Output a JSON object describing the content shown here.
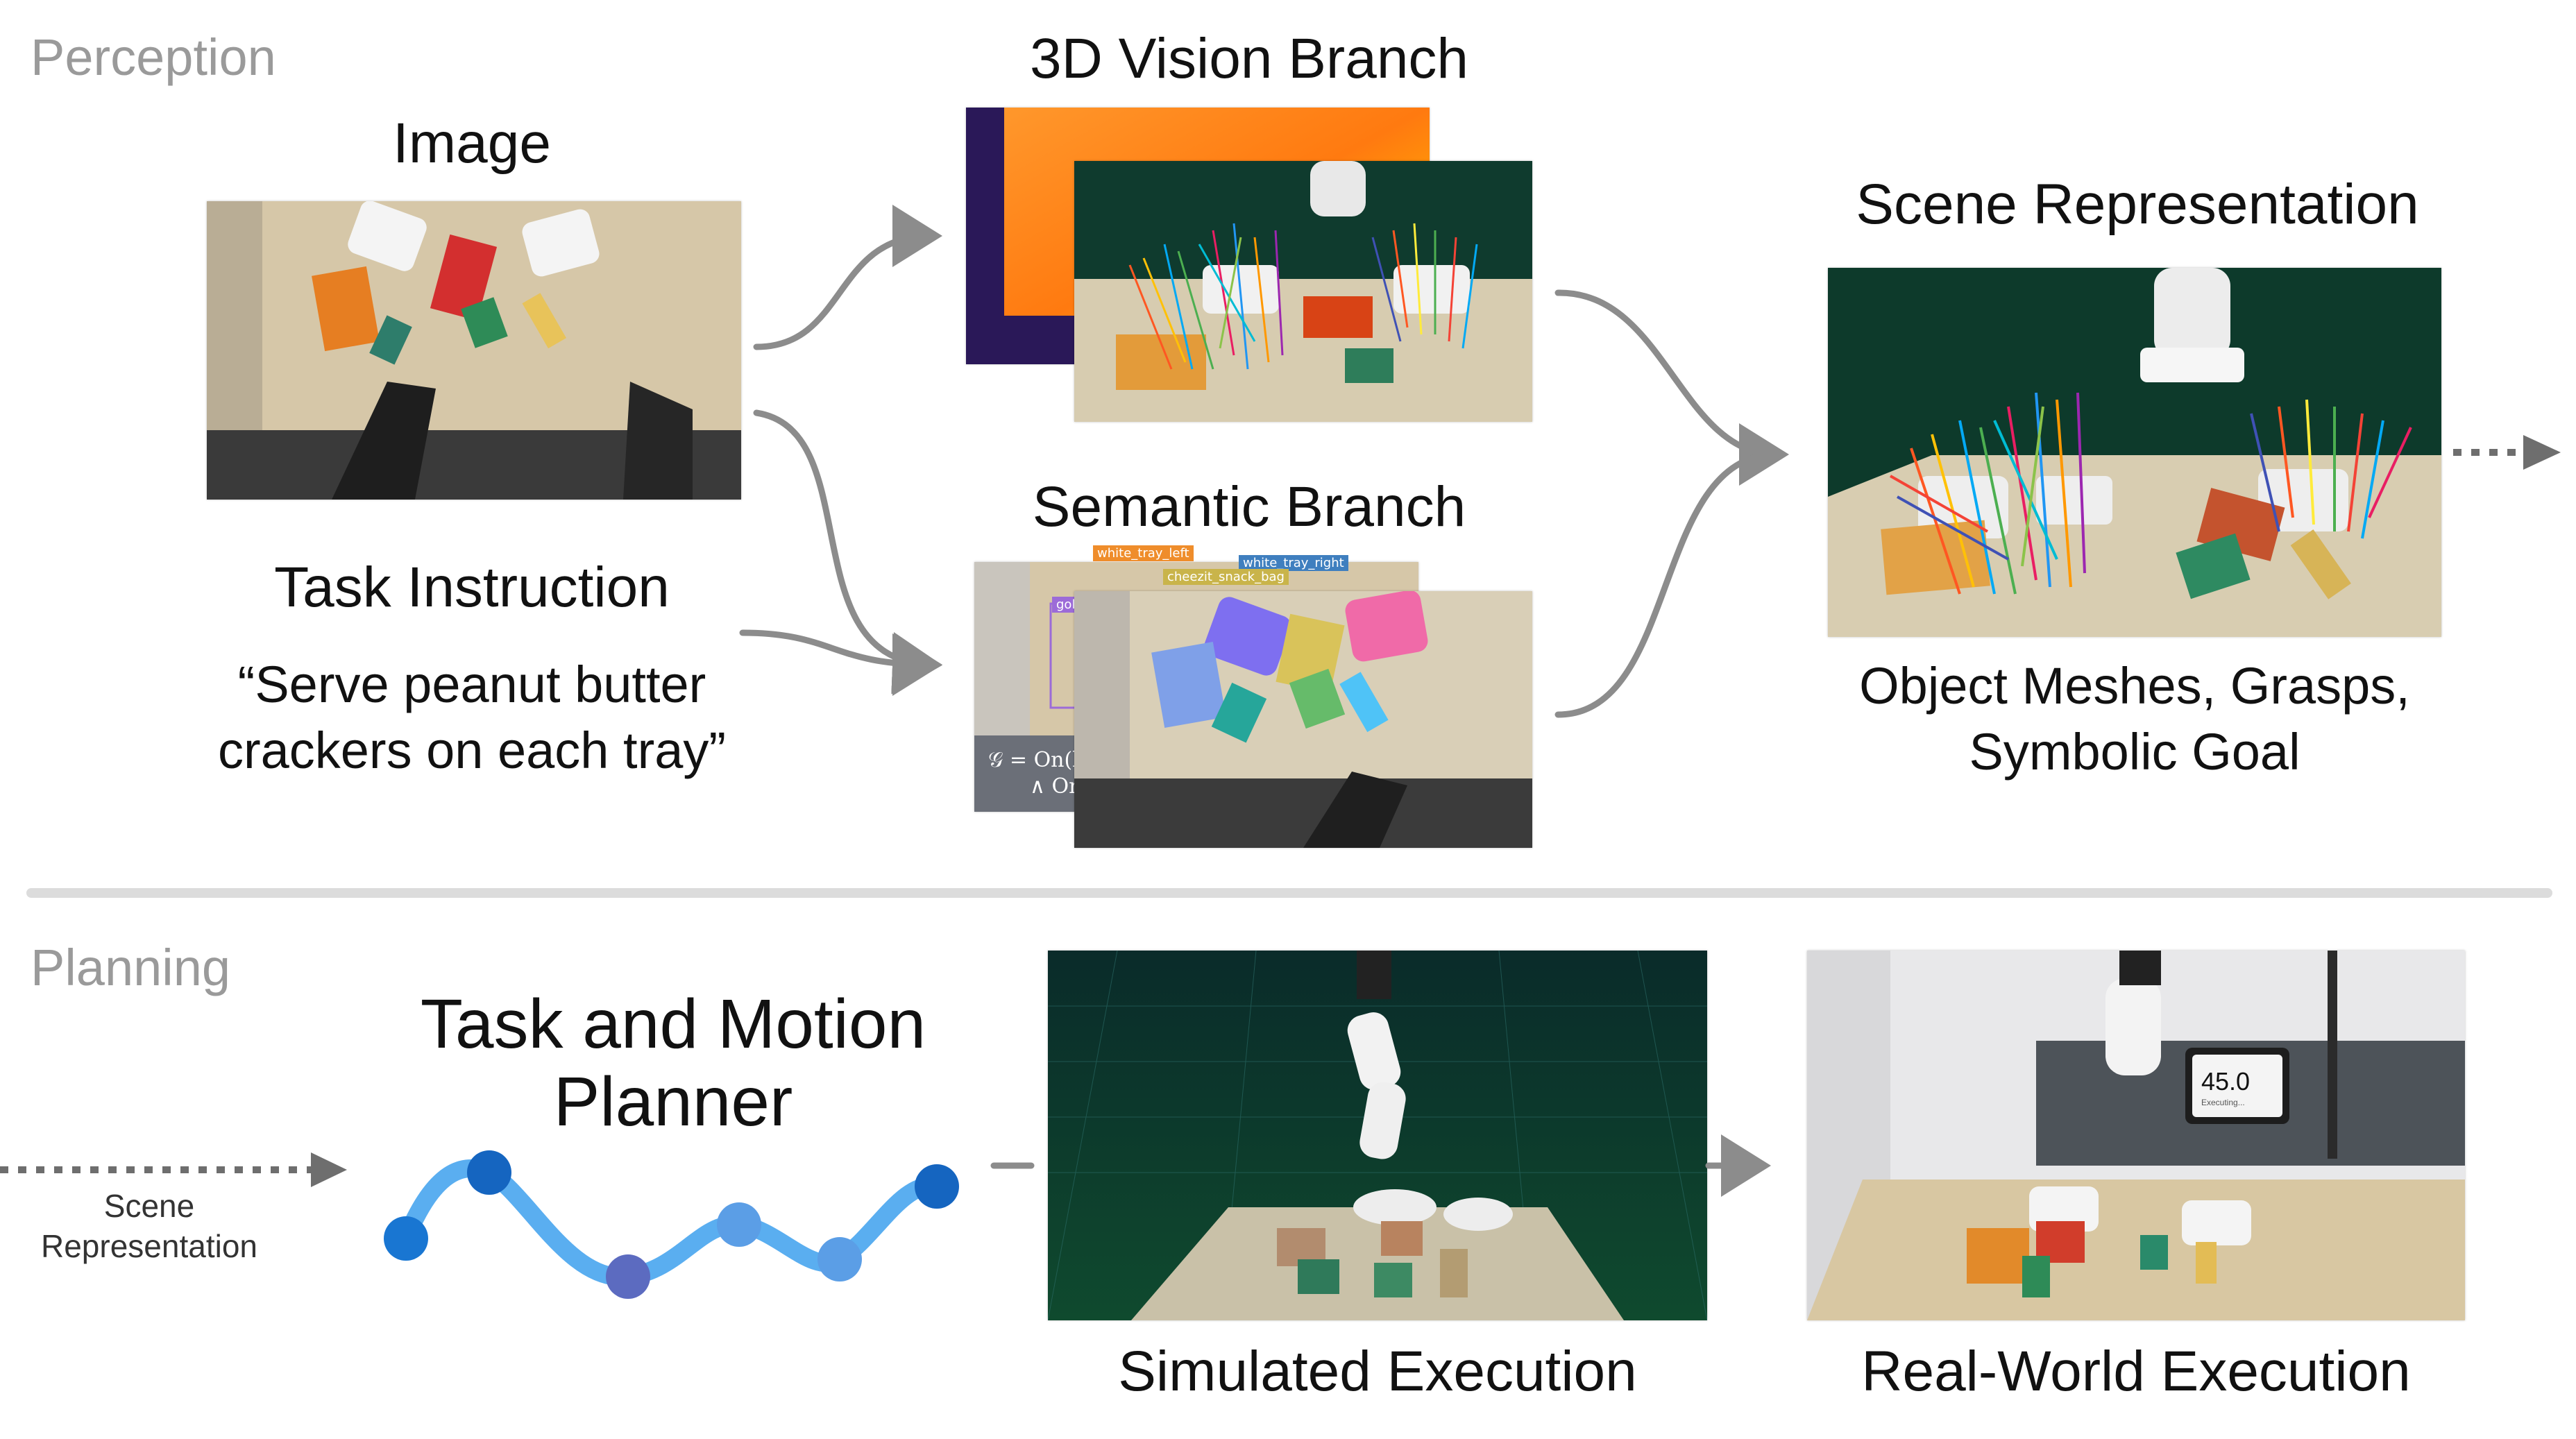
{
  "sections": {
    "perception": "Perception",
    "planning": "Planning"
  },
  "image_block": {
    "title": "Image"
  },
  "task_block": {
    "title": "Task Instruction",
    "instruction_line1": "“Serve peanut butter",
    "instruction_line2": "crackers on each tray”"
  },
  "vision_branch": {
    "title": "3D Vision Branch"
  },
  "semantic_branch": {
    "title": "Semantic Branch",
    "labels": [
      "white_tray_left",
      "white_tray_right",
      "cheezit_snack_bag",
      "gold"
    ],
    "goal_symbol": "𝒢 = On(lan",
    "goal_line2": "∧ On("
  },
  "scene_rep": {
    "title": "Scene Representation",
    "caption_line1": "Object Meshes, Grasps,",
    "caption_line2": "Symbolic Goal"
  },
  "planner": {
    "title_line1": "Task and Motion",
    "title_line2": "Planner",
    "input_line1": "Scene",
    "input_line2": "Representation"
  },
  "sim_exec": {
    "title": "Simulated Execution"
  },
  "real_exec": {
    "title": "Real-World Execution",
    "screen_value": "45.0",
    "screen_status": "Executing..."
  },
  "colors": {
    "arrow": "#8c8c8c",
    "planner_dark": "#1565c0",
    "planner_mid": "#42a5f5",
    "planner_node_grey": "#5c6bc0"
  }
}
